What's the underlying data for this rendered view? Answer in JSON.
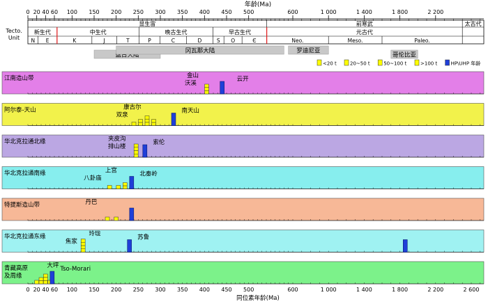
{
  "top_axis": {
    "label": "年龄(Ma)",
    "ticks": [
      {
        "value": 0,
        "label": "0"
      },
      {
        "value": 20,
        "label": "20"
      },
      {
        "value": 40,
        "label": "40"
      },
      {
        "value": 60,
        "label": "60"
      },
      {
        "value": 100,
        "label": "100"
      },
      {
        "value": 150,
        "label": "150"
      },
      {
        "value": 200,
        "label": "200"
      },
      {
        "value": 250,
        "label": "250"
      },
      {
        "value": 300,
        "label": "300"
      },
      {
        "value": 350,
        "label": "350"
      },
      {
        "value": 400,
        "label": "400"
      },
      {
        "value": 450,
        "label": "450"
      },
      {
        "value": 500,
        "label": "500"
      },
      {
        "value": 600,
        "label": "600"
      },
      {
        "value": 1000,
        "label": "1 000"
      },
      {
        "value": 1400,
        "label": "1 400"
      },
      {
        "value": 1800,
        "label": "1 800"
      },
      {
        "value": 2200,
        "label": "2 200"
      }
    ]
  },
  "bottom_axis": {
    "label": "同位素年龄(Ma)",
    "ticks": [
      {
        "value": 0,
        "label": "0"
      },
      {
        "value": 20,
        "label": "20"
      },
      {
        "value": 40,
        "label": "40"
      },
      {
        "value": 60,
        "label": "60"
      },
      {
        "value": 100,
        "label": "100"
      },
      {
        "value": 150,
        "label": "150"
      },
      {
        "value": 200,
        "label": "200"
      },
      {
        "value": 250,
        "label": "250"
      },
      {
        "value": 300,
        "label": "300"
      },
      {
        "value": 350,
        "label": "350"
      },
      {
        "value": 400,
        "label": "400"
      },
      {
        "value": 450,
        "label": "450"
      },
      {
        "value": 500,
        "label": "500"
      },
      {
        "value": 600,
        "label": "600"
      },
      {
        "value": 1000,
        "label": "1 000"
      },
      {
        "value": 1400,
        "label": "1 400"
      },
      {
        "value": 1800,
        "label": "1 800"
      },
      {
        "value": 2200,
        "label": "2 200"
      },
      {
        "value": 2600,
        "label": "2 600"
      }
    ]
  },
  "tecto_label_1": "Tecto.",
  "tecto_label_2": "Unit",
  "eons": [
    {
      "label": "显生宙",
      "start": 0,
      "end": 541
    },
    {
      "label": "前寒武",
      "start": 541,
      "end": 2500
    },
    {
      "label": "太古代",
      "start": 2500,
      "end": 2800
    }
  ],
  "eras": [
    {
      "label": "新生代",
      "start": 0,
      "end": 66
    },
    {
      "label": "中生代",
      "start": 66,
      "end": 252
    },
    {
      "label": "晚古生代",
      "start": 252,
      "end": 419
    },
    {
      "label": "早古生代",
      "start": 419,
      "end": 541
    },
    {
      "label": "元古代",
      "start": 541,
      "end": 2500
    }
  ],
  "periods": [
    {
      "label": "N",
      "start": 0,
      "end": 23
    },
    {
      "label": "E",
      "start": 23,
      "end": 66
    },
    {
      "label": "K",
      "start": 66,
      "end": 145
    },
    {
      "label": "J",
      "start": 145,
      "end": 201
    },
    {
      "label": "T",
      "start": 201,
      "end": 252
    },
    {
      "label": "P",
      "start": 252,
      "end": 299
    },
    {
      "label": "C",
      "start": 299,
      "end": 359
    },
    {
      "label": "D",
      "start": 359,
      "end": 419
    },
    {
      "label": "S",
      "start": 419,
      "end": 444
    },
    {
      "label": "O",
      "start": 444,
      "end": 485
    },
    {
      "label": "Є",
      "start": 485,
      "end": 541
    },
    {
      "label": "Neo.",
      "start": 541,
      "end": 1000
    },
    {
      "label": "Meso.",
      "start": 1000,
      "end": 1600
    },
    {
      "label": "Paleo.",
      "start": 1600,
      "end": 2500
    }
  ],
  "red_boundaries": [
    66,
    541
  ],
  "supercontinents": [
    {
      "label": "盘古大陆",
      "start": 150,
      "end": 300,
      "row": 2
    },
    {
      "label": "冈瓦那大陆",
      "start": 200,
      "end": 580,
      "row": 1
    },
    {
      "label": "罗迪尼亚",
      "start": 590,
      "end": 1000,
      "row": 1
    },
    {
      "label": "哥伦比亚",
      "start": 1700,
      "end": 2000,
      "row": 2
    }
  ],
  "legend": [
    {
      "label": "<20 t",
      "color": "#ffff00"
    },
    {
      "label": "20~50 t",
      "color": "#ffff00"
    },
    {
      "label": "50~100 t",
      "color": "#ffff00"
    },
    {
      "label": ">100 t",
      "color": "#ffff00"
    },
    {
      "label": "HP\\UHP 年龄",
      "color": "#1f3fd8"
    }
  ],
  "colors": {
    "yellow": "#ffff00",
    "blue": "#1f3fd8",
    "red": "#e31a1c",
    "supercontinent": "#c8c8c8"
  },
  "belts": [
    {
      "name": "江南造山带",
      "color": "#e37fe8",
      "deposits": [
        {
          "age": 405,
          "level": 2
        }
      ],
      "hp": [
        {
          "age": 440
        }
      ],
      "labels": [
        {
          "text": "金山",
          "age": 390,
          "pos": "upper",
          "side": "left"
        },
        {
          "text": "沃溪",
          "age": 385,
          "pos": "lower",
          "side": "left"
        },
        {
          "text": "云开",
          "age": 470,
          "pos": "mid",
          "side": "right"
        }
      ]
    },
    {
      "name": "阿尔泰-天山",
      "color": "#f2f24b",
      "deposits": [
        {
          "age": 240,
          "level": 0
        },
        {
          "age": 255,
          "level": 1
        },
        {
          "age": 270,
          "level": 2
        },
        {
          "age": 285,
          "level": 1
        }
      ],
      "hp": [
        {
          "age": 330
        }
      ],
      "labels": [
        {
          "text": "康古尔",
          "age": 260,
          "pos": "upper",
          "side": "left"
        },
        {
          "text": "双泉",
          "age": 230,
          "pos": "lower",
          "side": "left"
        },
        {
          "text": "南天山",
          "age": 345,
          "pos": "mid",
          "side": "right"
        }
      ]
    },
    {
      "name": "华北克拉通北缘",
      "color": "#bba7e3",
      "deposits": [
        {
          "age": 245,
          "level": 3
        }
      ],
      "hp": [
        {
          "age": 265
        }
      ],
      "labels": [
        {
          "text": "夹皮沟",
          "age": 225,
          "pos": "upper",
          "side": "left"
        },
        {
          "text": "排山楼",
          "age": 225,
          "pos": "lower",
          "side": "left"
        },
        {
          "text": "索伦",
          "age": 280,
          "pos": "mid",
          "side": "right"
        }
      ]
    },
    {
      "name": "华北克拉通南缘",
      "color": "#87eeee",
      "deposits": [
        {
          "age": 185,
          "level": 0
        },
        {
          "age": 205,
          "level": 0
        },
        {
          "age": 220,
          "level": 1
        }
      ],
      "hp": [
        {
          "age": 235
        }
      ],
      "labels": [
        {
          "text": "上宫",
          "age": 205,
          "pos": "upper",
          "side": "left"
        },
        {
          "text": "八卦庙",
          "age": 170,
          "pos": "lower",
          "side": "left"
        },
        {
          "text": "北秦岭",
          "age": 250,
          "pos": "mid",
          "side": "right"
        }
      ]
    },
    {
      "name": "特提斯造山带",
      "color": "#f7b897",
      "deposits": [
        {
          "age": 180,
          "level": 0
        },
        {
          "age": 200,
          "level": 0
        }
      ],
      "hp": [
        {
          "age": 235
        }
      ],
      "labels": [
        {
          "text": "丹巴",
          "age": 160,
          "pos": "upper",
          "side": "left"
        }
      ]
    },
    {
      "name": "华北克拉通东缘",
      "color": "#9ff2f2",
      "deposits": [
        {
          "age": 125,
          "level": 3
        }
      ],
      "hp": [
        {
          "age": 230
        },
        {
          "age": 1860
        }
      ],
      "labels": [
        {
          "text": "玲珑",
          "age": 135,
          "pos": "upper",
          "side": "right"
        },
        {
          "text": "焦家",
          "age": 115,
          "pos": "lower",
          "side": "left"
        },
        {
          "text": "苏鲁",
          "age": 245,
          "pos": "mid",
          "side": "right"
        }
      ]
    },
    {
      "name": "青藏高原",
      "name2": "及周缘",
      "color": "#7cf28a",
      "deposits": [
        {
          "age": 20,
          "level": 0
        },
        {
          "age": 30,
          "level": 1
        },
        {
          "age": 40,
          "level": 2
        },
        {
          "age": 50,
          "level": 0
        }
      ],
      "hp": [
        {
          "age": 55
        }
      ],
      "labels": [
        {
          "text": "大坪",
          "age": 40,
          "pos": "upper",
          "side": "right"
        },
        {
          "text": "Tso-Morari",
          "age": 70,
          "pos": "mid",
          "side": "right"
        }
      ]
    }
  ]
}
